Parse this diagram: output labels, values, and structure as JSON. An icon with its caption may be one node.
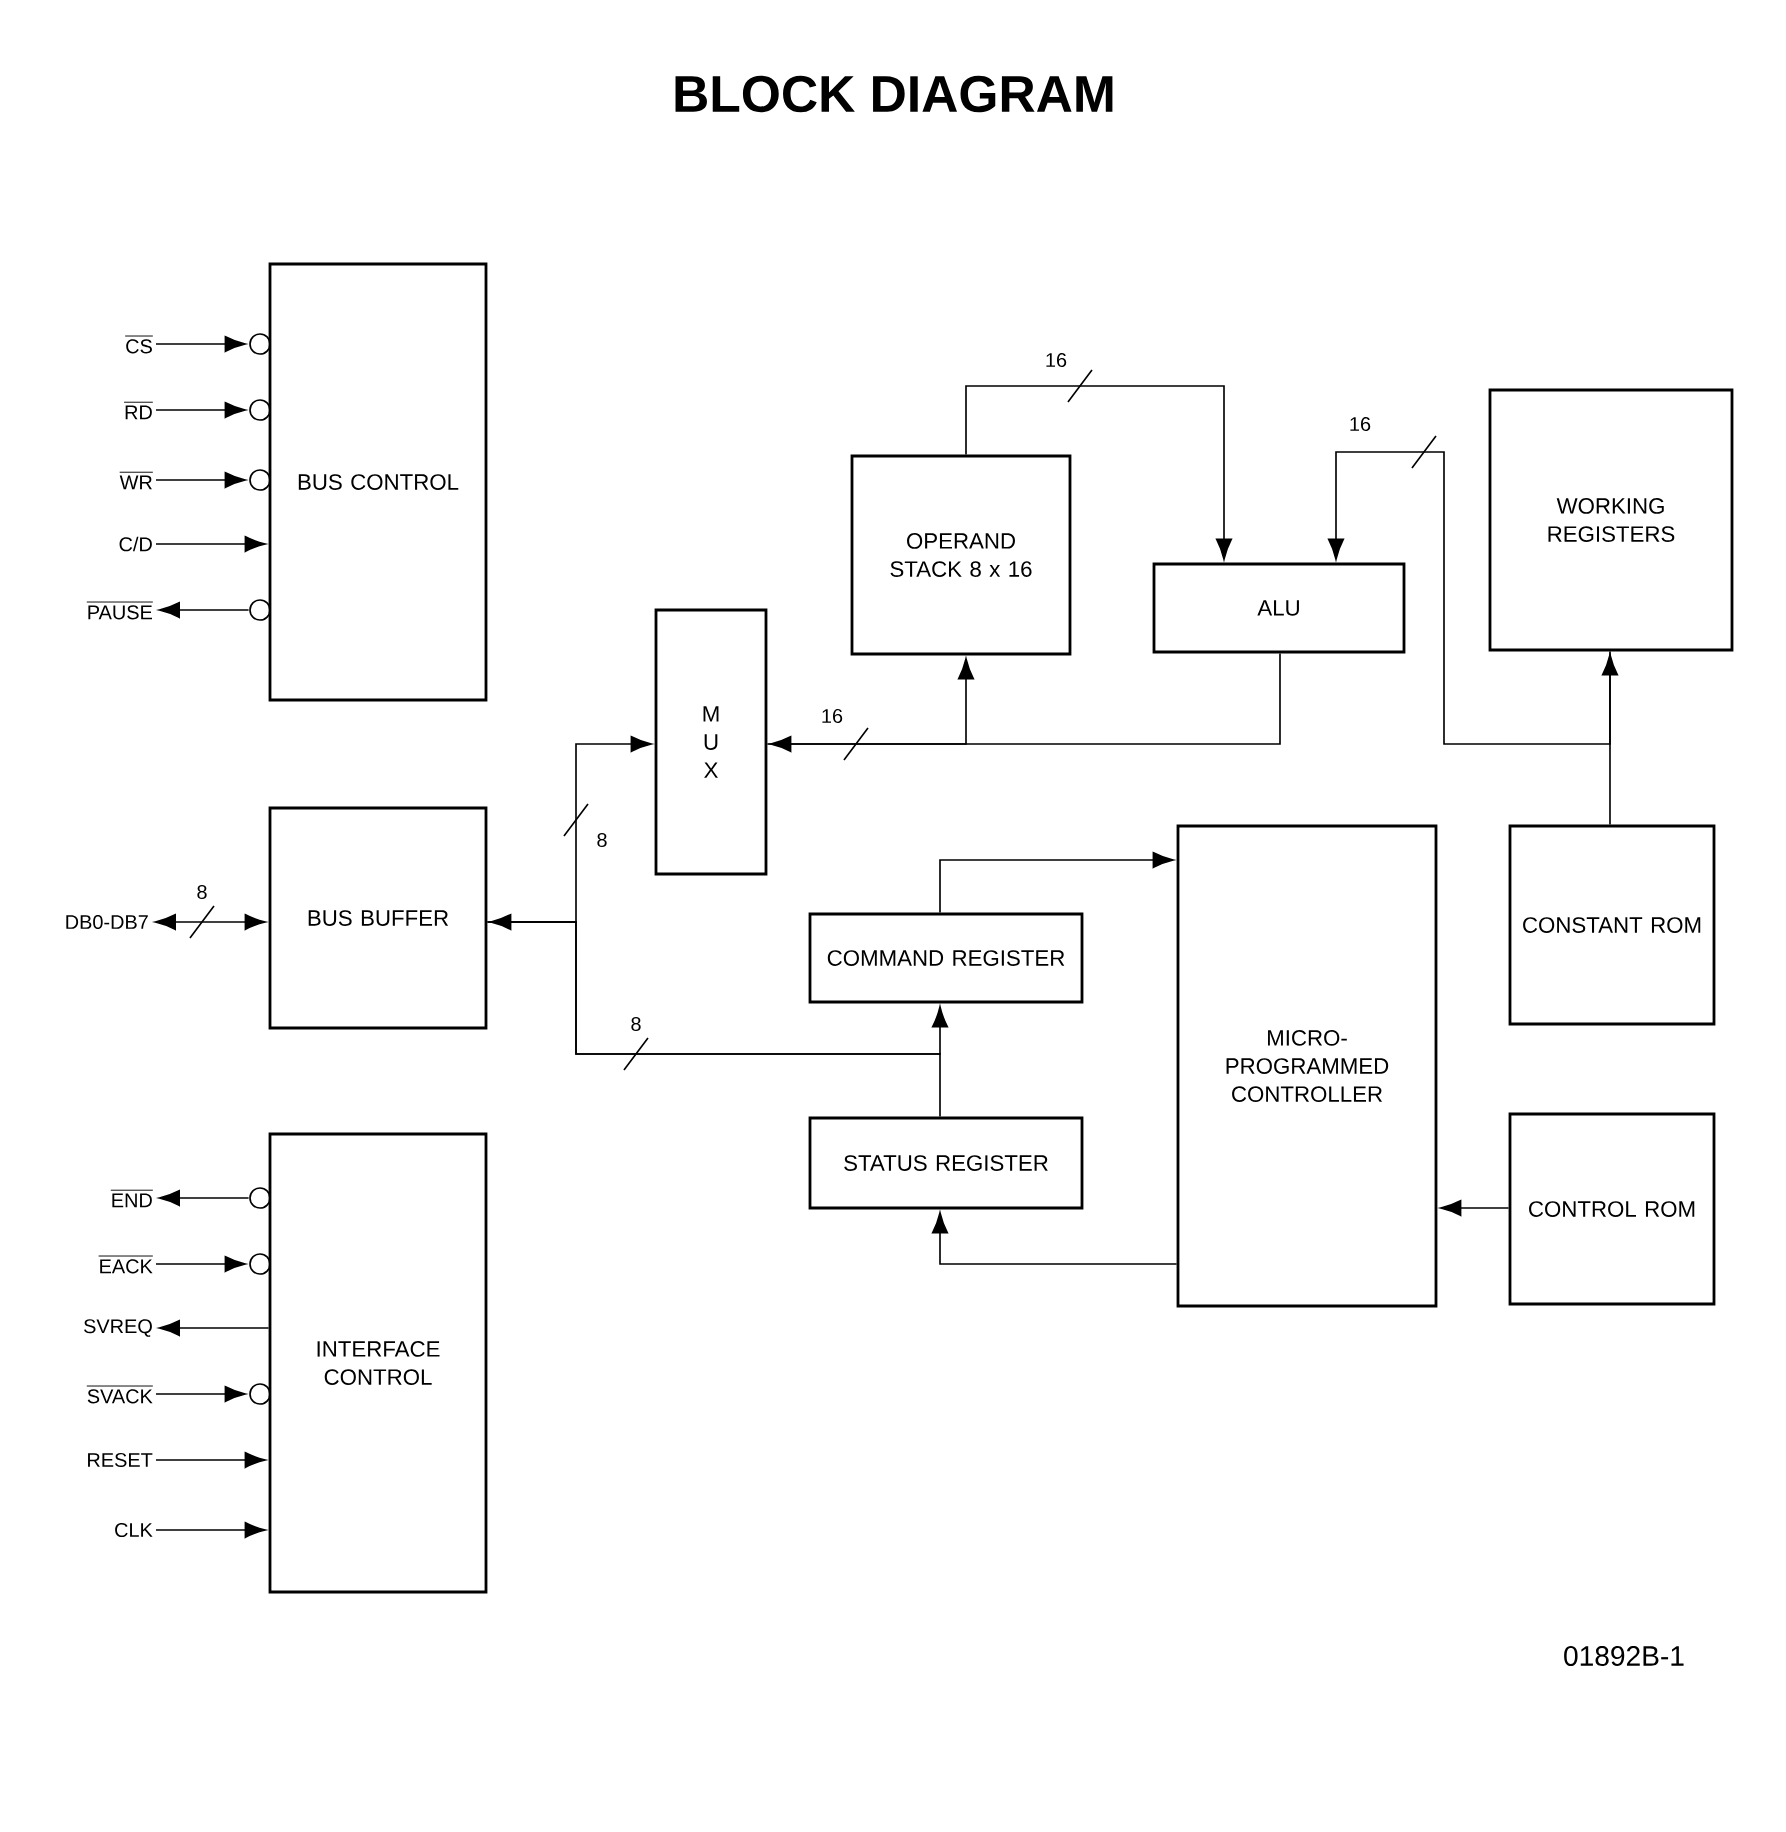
{
  "diagram": {
    "title": "BLOCK DIAGRAM",
    "nodes": [
      {
        "text": [
          "BUS CONTROL"
        ]
      },
      {
        "text": [
          "BUS BUFFER"
        ]
      },
      {
        "text": [
          "INTERFACE CONTROL"
        ]
      },
      {
        "text": [
          "M U X"
        ]
      },
      {
        "text": [
          "OPERAND STACK 8 x 16"
        ]
      },
      {
        "text": [
          "ALU"
        ]
      },
      {
        "text": [
          "WORKING REGISTERS"
        ]
      },
      {
        "text": [
          "COMMAND REGISTER"
        ]
      },
      {
        "text": [
          "STATUS REGISTER"
        ]
      },
      {
        "text": [
          "MICRO-PROGRAMMED CONTROLLER"
        ]
      },
      {
        "text": [
          "CONSTANT ROM"
        ]
      },
      {
        "text": [
          "CONTROL ROM"
        ]
      },
      {
        "text": [
          "CS"
        ]
      },
      {
        "text": [
          "RD"
        ]
      },
      {
        "text": [
          "WR"
        ]
      },
      {
        "text": [
          "C/D"
        ]
      },
      {
        "text": [
          "PAUSE"
        ]
      },
      {
        "text": [
          "DB0-DB7"
        ]
      },
      {
        "text": [
          "END"
        ]
      },
      {
        "text": [
          "EACK"
        ]
      },
      {
        "text": [
          "SVREQ"
        ]
      },
      {
        "text": [
          "SVACK"
        ]
      },
      {
        "text": [
          "RESET"
        ]
      },
      {
        "text": [
          "CLK"
        ]
      }
    ],
    "edges": [
      {
        "from": 12,
        "to": 0,
        "arrow": "to"
      },
      {
        "from": 13,
        "to": 0,
        "arrow": "to"
      },
      {
        "from": 14,
        "to": 0,
        "arrow": "to"
      },
      {
        "from": 15,
        "to": 0,
        "arrow": "to"
      },
      {
        "from": 0,
        "to": 16,
        "arrow": "to"
      },
      {
        "from": 17,
        "to": 1,
        "arrow": "both",
        "label": "8"
      },
      {
        "from": 2,
        "to": 18,
        "arrow": "to"
      },
      {
        "from": 19,
        "to": 2,
        "arrow": "to"
      },
      {
        "from": 2,
        "to": 20,
        "arrow": "to"
      },
      {
        "from": 21,
        "to": 2,
        "arrow": "to"
      },
      {
        "from": 22,
        "to": 2,
        "arrow": "to"
      },
      {
        "from": 23,
        "to": 2,
        "arrow": "to"
      },
      {
        "from": 1,
        "to": 3,
        "arrow": "to",
        "label": "8"
      },
      {
        "from": 1,
        "to": 7,
        "arrow": "to",
        "label": "8"
      },
      {
        "from": 8,
        "to": 1,
        "arrow": "to"
      },
      {
        "from": 7,
        "to": 9,
        "arrow": "to"
      },
      {
        "from": 9,
        "to": 8,
        "arrow": "to"
      },
      {
        "from": 11,
        "to": 9,
        "arrow": "to"
      },
      {
        "from": 4,
        "to": 5,
        "arrow": "to",
        "label": "16"
      },
      {
        "from": 3,
        "to": 4,
        "arrow": "to",
        "label": "16"
      },
      {
        "from": 5,
        "to": 3,
        "arrow": "to"
      },
      {
        "from": 6,
        "to": 5,
        "arrow": "to",
        "label": "16"
      },
      {
        "from": 10,
        "to": 6,
        "arrow": "to"
      }
    ],
    "labels": [
      "01892B-1"
    ]
  }
}
